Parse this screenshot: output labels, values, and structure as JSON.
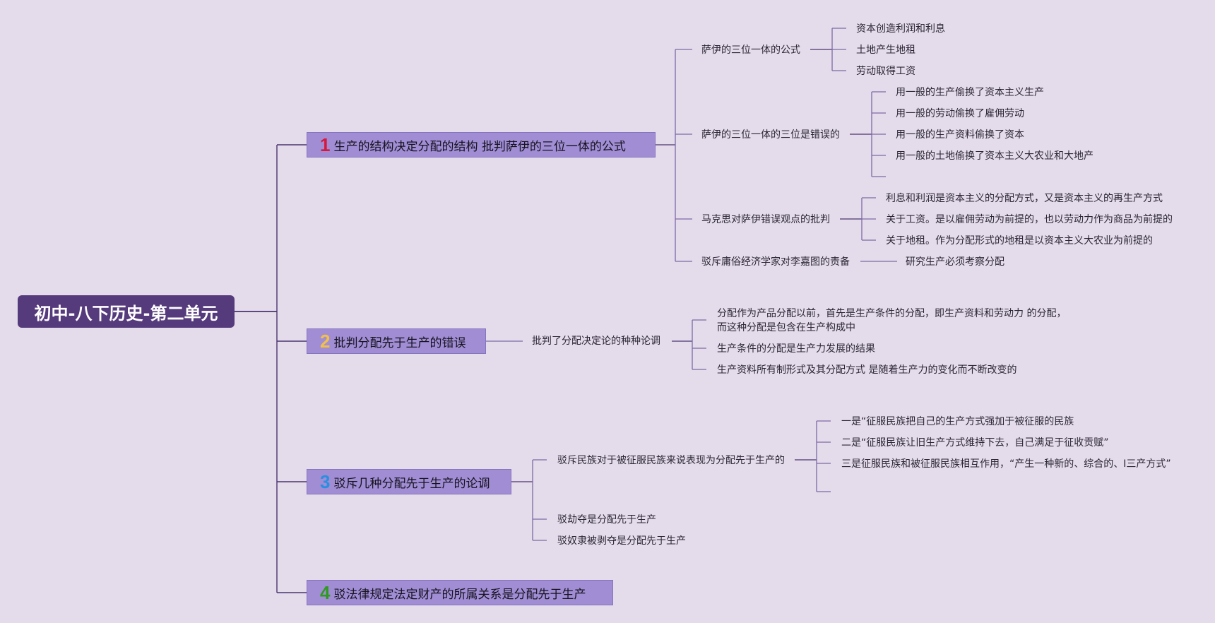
{
  "root": {
    "title": "初中-八下历史-第二单元"
  },
  "colors": {
    "background": "#e4dcea",
    "root_fill": "#553a7c",
    "branch_fill": "#a08dd4",
    "connector": "#4a3470",
    "num1": "#d6183c",
    "num2": "#f2c04a",
    "num3": "#2b8fe0",
    "num4": "#2e9a1e"
  },
  "branches": [
    {
      "number": "1",
      "title": "生产的结构决定分配的结构 批判萨伊的三位一体的公式",
      "children": [
        {
          "label": "萨伊的三位一体的公式",
          "children": [
            "资本创造利润和利息",
            "土地产生地租",
            "劳动取得工资"
          ]
        },
        {
          "label": "萨伊的三位一体的三位是错误的",
          "children": [
            "用一般的生产偷换了资本主义生产",
            "用一般的劳动偷换了雇佣劳动",
            "用一般的生产资料偷换了资本",
            "用一般的土地偷换了资本主义大农业和大地产"
          ]
        },
        {
          "label": "马克思对萨伊错误观点的批判",
          "children": [
            "利息和利润是资本主义的分配方式，又是资本主义的再生产方式",
            "关于工资。是以雇佣劳动为前提的，也以劳动力作为商品为前提的",
            "关于地租。作为分配形式的地租是以资本主义大农业为前提的"
          ]
        },
        {
          "label": "驳斥庸俗经济学家对李嘉图的责备",
          "children": [
            "研究生产必须考察分配"
          ]
        }
      ]
    },
    {
      "number": "2",
      "title": "批判分配先于生产的错误",
      "children": [
        {
          "label": "批判了分配决定论的种种论调",
          "children": [
            "分配作为产品分配以前，首先是生产条件的分配，即生产资料和劳动力 的分配，",
            "而这种分配是包含在生产构成中",
            "生产条件的分配是生产力发展的结果",
            "生产资料所有制形式及其分配方式 是随着生产力的变化而不断改变的"
          ]
        }
      ]
    },
    {
      "number": "3",
      "title": "驳斥几种分配先于生产的论调",
      "children": [
        {
          "label": "驳斥民族对于被征服民族来说表现为分配先于生产的",
          "children": [
            "一是“征服民族把自己的生产方式强加于被征服的民族",
            "二是“征服民族让旧生产方式维持下去，自己满足于征收贡赋”",
            "三是征服民族和被征服民族相互作用，“产生一种新的、综合的、I三产方式”"
          ]
        },
        {
          "label": "驳劫夺是分配先于生产"
        },
        {
          "label": "驳奴隶被剥夺是分配先于生产"
        }
      ]
    },
    {
      "number": "4",
      "title": "驳法律规定法定财产的所属关系是分配先于生产"
    }
  ]
}
